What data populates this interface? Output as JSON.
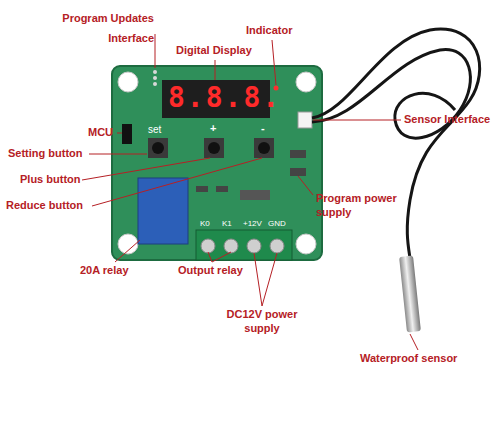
{
  "diagram": {
    "labels": [
      "Program Updates Interface",
      "Indicator",
      "Digital Display",
      "Sensor Interface",
      "MCU",
      "Setting button",
      "Plus button",
      "Reduce button",
      "Program power supply",
      "20A relay",
      "Output relay",
      "DC12V power supply",
      "Waterproof sensor",
      "8.8.8.",
      "set",
      "+",
      "-",
      "K0",
      "K1",
      "+12V",
      "GND"
    ]
  }
}
